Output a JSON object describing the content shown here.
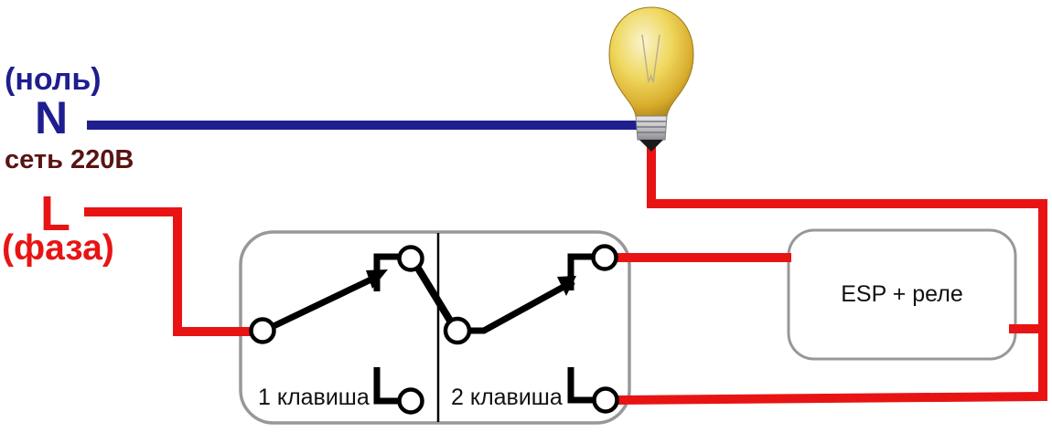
{
  "diagram": {
    "labels": {
      "neutral_caption": "(ноль)",
      "neutral_terminal": "N",
      "mains": "сеть 220В",
      "phase_terminal": "L",
      "phase_caption": "(фаза)",
      "switch_key1": "1 клавиша",
      "switch_key2": "2 клавиша",
      "esp_box": "ESP + реле"
    },
    "colors": {
      "neutral_wire": "#1e1e8f",
      "phase_wire": "#e81414",
      "mains_text": "#5a1313",
      "box_border": "#989898",
      "symbols": "#000000",
      "bulb_yellow": "#e0bd36"
    },
    "components": {
      "lamp": "incandescent-bulb",
      "switch": "two-gang-two-way-switch",
      "module": "ESP + реле"
    },
    "wires": [
      {
        "from": "N",
        "to": "lamp-base",
        "color": "neutral_wire"
      },
      {
        "from": "L",
        "to": "switch1-common",
        "color": "phase_wire"
      },
      {
        "from": "switch1-top-contact",
        "to": "switch2-common",
        "color": "phase_wire"
      },
      {
        "from": "switch2-top-contact",
        "to": "esp-box-left",
        "color": "phase_wire"
      },
      {
        "from": "lamp-tip",
        "to": "right-bus",
        "color": "phase_wire"
      },
      {
        "from": "right-bus",
        "to": "esp-box-right",
        "color": "phase_wire"
      },
      {
        "from": "right-bus",
        "to": "switch2-aux-terminal",
        "color": "phase_wire"
      }
    ]
  }
}
